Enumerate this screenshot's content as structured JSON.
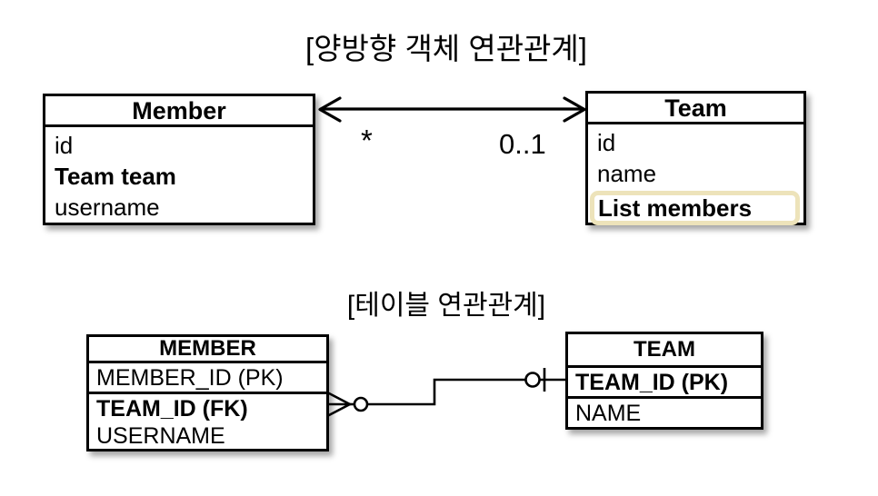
{
  "object_diagram": {
    "title": "[양방향 객체 연관관계]",
    "member_class": {
      "title": "Member",
      "fields": [
        "id",
        "Team team",
        "username"
      ]
    },
    "team_class": {
      "title": "Team",
      "fields": [
        "id",
        "name",
        "List members"
      ]
    },
    "association": {
      "member_multiplicity": "*",
      "team_multiplicity": "0..1"
    }
  },
  "table_diagram": {
    "title": "[테이블 연관관계]",
    "member_table": {
      "title": "MEMBER",
      "rows": [
        "MEMBER_ID (PK)",
        "TEAM_ID (FK)",
        "USERNAME"
      ]
    },
    "team_table": {
      "title": "TEAM",
      "rows": [
        "TEAM_ID (PK)",
        "NAME"
      ]
    }
  },
  "colors": {
    "line": "#000000",
    "background": "#ffffff",
    "highlight_border": "#ede3ba"
  }
}
